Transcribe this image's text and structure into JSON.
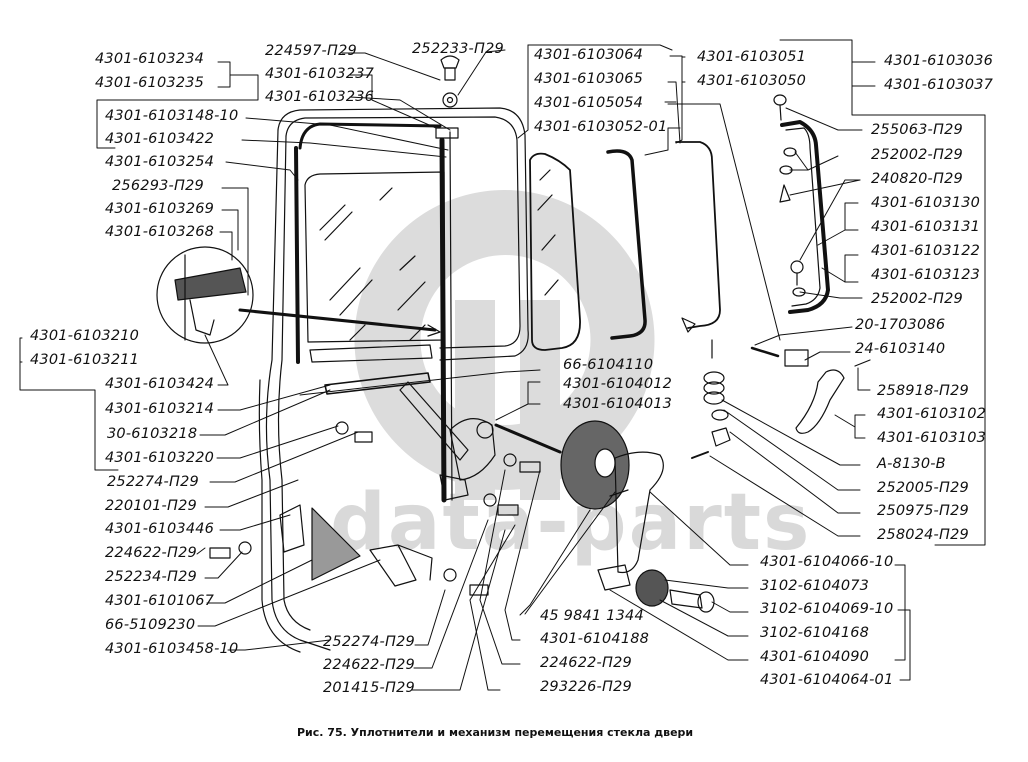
{
  "figure": {
    "caption": "Рис. 75. Уплотнители и механизм перемещения стекла двери",
    "watermark": "data-parts"
  },
  "labels": {
    "l01": "4301-6103234",
    "l02": "4301-6103235",
    "l03": "224597-П29",
    "l04": "4301-6103237",
    "l05": "4301-6103236",
    "l06": "4301-6103148-10",
    "l07": "4301-6103422",
    "l08": "4301-6103254",
    "l09": "256293-П29",
    "l10": "4301-6103269",
    "l11": "4301-6103268",
    "l12": "4301-6103210",
    "l13": "4301-6103211",
    "l14": "4301-6103424",
    "l15": "4301-6103214",
    "l16": "30-6103218",
    "l17": "4301-6103220",
    "l18": "252274-П29",
    "l19": "220101-П29",
    "l20": "4301-6103446",
    "l21": "224622-П29",
    "l22": "252234-П29",
    "l23": "4301-6101067",
    "l24": "66-5109230",
    "l25": "4301-6103458-10",
    "l26": "252233-П29",
    "l27": "4301-6103064",
    "l28": "4301-6103065",
    "l29": "4301-6105054",
    "l30": "4301-6103052-01",
    "l31": "4301-6103051",
    "l32": "4301-6103050",
    "l33": "4301-6103036",
    "l34": "4301-6103037",
    "l35": "255063-П29",
    "l36": "252002-П29",
    "l37": "240820-П29",
    "l38": "4301-6103130",
    "l39": "4301-6103131",
    "l40": "4301-6103122",
    "l41": "4301-6103123",
    "l42": "252002-П29",
    "l43": "20-1703086",
    "l44": "24-6103140",
    "l45": "258918-П29",
    "l46": "4301-6103102",
    "l47": "4301-6103103",
    "l48": "А-8130-В",
    "l49": "252005-П29",
    "l50": "250975-П29",
    "l51": "258024-П29",
    "l52": "66-6104110",
    "l53": "4301-6104012",
    "l54": "4301-6104013",
    "l55": "4301-6104066-10",
    "l56": "3102-6104073",
    "l57": "3102-6104069-10",
    "l58": "3102-6104168",
    "l59": "4301-6104090",
    "l60": "4301-6104064-01",
    "l61": "45 9841 1344",
    "l62": "4301-6104188",
    "l63": "224622-П29",
    "l64": "293226-П29",
    "l65": "252274-П29",
    "l66": "224622-П29",
    "l67": "201415-П29"
  },
  "colors": {
    "ink": "#111111",
    "watermark": "#d9d9d9",
    "background": "#ffffff"
  }
}
